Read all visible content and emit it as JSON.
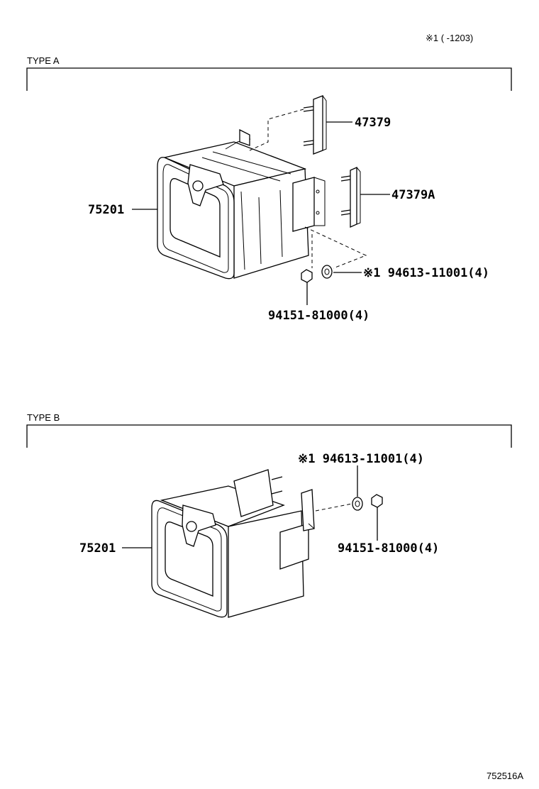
{
  "header_note": "※1 (      -1203)",
  "type_a": {
    "title": "TYPE A",
    "parts": {
      "box": "75201",
      "bracket_upper": "47379",
      "bracket_lower": "47379A",
      "washer": "※1 94613-11001(4)",
      "nut": "94151-81000(4)"
    }
  },
  "type_b": {
    "title": "TYPE B",
    "parts": {
      "box": "75201",
      "washer": "※1 94613-11001(4)",
      "nut": "94151-81000(4)"
    }
  },
  "figure_id": "752516A"
}
